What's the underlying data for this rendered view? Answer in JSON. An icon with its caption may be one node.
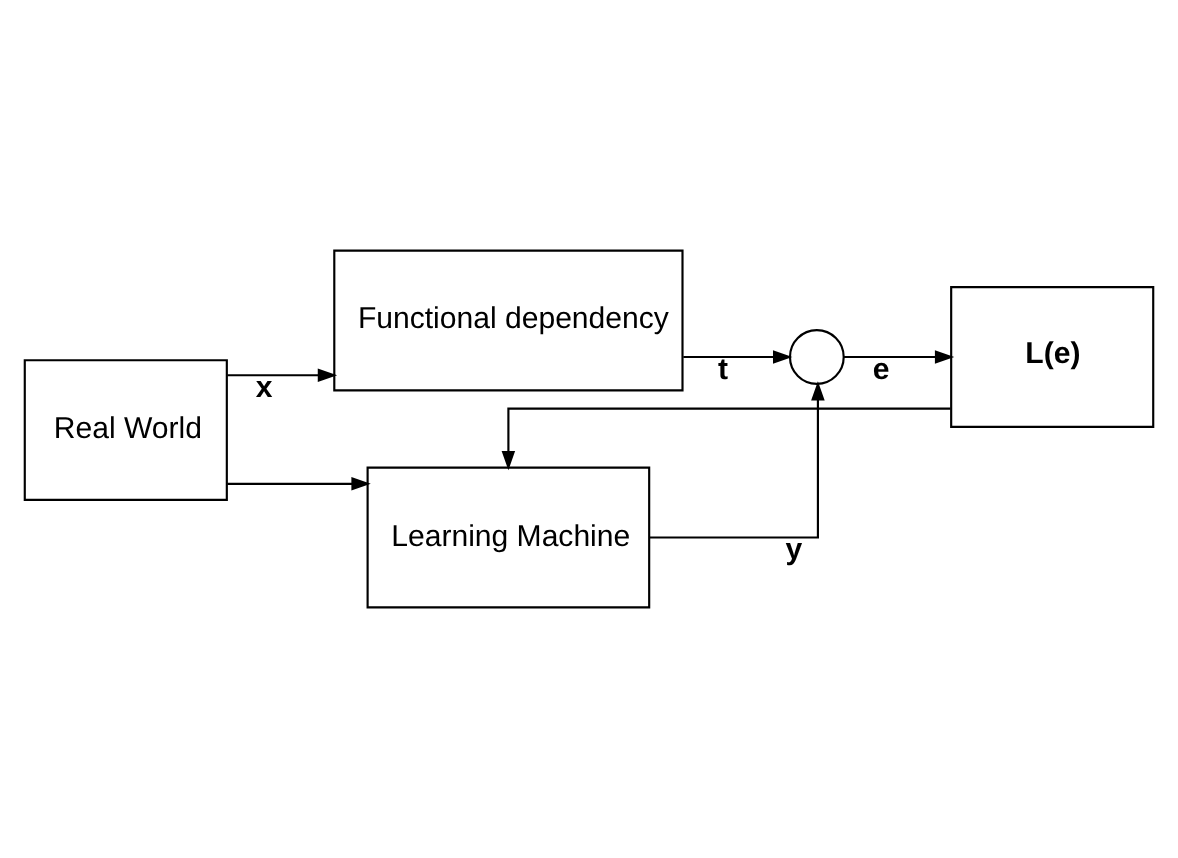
{
  "diagram": {
    "nodes": [
      {
        "text": [
          "Real World"
        ]
      },
      {
        "text": [
          "Functional dependency"
        ]
      },
      {
        "text": [
          "Learning Machine"
        ]
      },
      {
        "text": [],
        "shape": "circle"
      },
      {
        "text": [
          "L(e)"
        ]
      }
    ],
    "edges": [
      {
        "from": 0,
        "to": 1,
        "arrow": "to",
        "label": "x"
      },
      {
        "from": 0,
        "to": 2,
        "arrow": "to"
      },
      {
        "from": 1,
        "to": 3,
        "arrow": "to",
        "label": "t"
      },
      {
        "from": 2,
        "to": 3,
        "arrow": "to",
        "label": "y"
      },
      {
        "from": 3,
        "to": 4,
        "arrow": "to",
        "label": "e"
      },
      {
        "from": 4,
        "to": 2,
        "arrow": "to"
      }
    ]
  }
}
